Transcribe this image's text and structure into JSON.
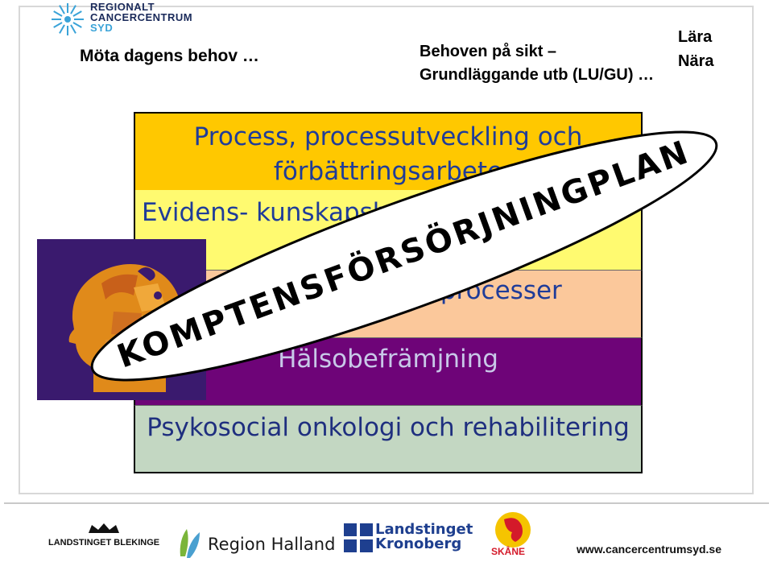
{
  "logo": {
    "line1": "REGIONALT",
    "line2": "CANCERCENTRUM",
    "line3": "SYD"
  },
  "header": {
    "left": "Möta dagens behov …",
    "center_line1": "Behoven på sikt –",
    "center_line2": "Grundläggande utb (LU/GU) …",
    "right_line1": "Lära",
    "right_line2": "Nära"
  },
  "bands": [
    {
      "label": "Process, processutveckling och förbättringsarbete",
      "color": "#ffc800"
    },
    {
      "label": "Evidens- kunskapsbaserad",
      "tail": "pad",
      "color": "#fffa70"
    },
    {
      "label": "integrerade processer",
      "color": "#fbc89b"
    },
    {
      "label": "Hälsobefrämjning",
      "color": "#6e0478"
    },
    {
      "label": "Psykosocial onkologi och rehabilitering",
      "color": "#c3d7c2"
    }
  ],
  "overlay": {
    "text": "KOMPTENSFÖRSÖRJNINGPLAN"
  },
  "footer": {
    "blekinge": "LANDSTINGET BLEKINGE",
    "halland": "Region Halland",
    "kronoberg_line1": "Landstinget",
    "kronoberg_line2": "Kronoberg",
    "skane": "SKÅNE",
    "url": "www.cancercentrumsyd.se"
  }
}
